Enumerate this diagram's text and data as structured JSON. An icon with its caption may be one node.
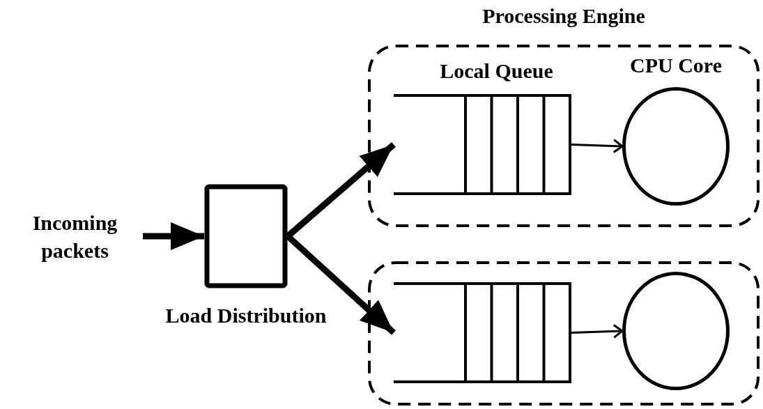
{
  "diagram": {
    "nodes": [
      {
        "text": [
          "Incoming packets"
        ]
      },
      {
        "text": [],
        "shape": "box",
        "beside": [
          "Load Distribution"
        ]
      },
      {
        "text": [
          "Processing Engine"
        ]
      },
      {
        "text": [
          "Local Queue"
        ],
        "in": 2
      },
      {
        "text": [
          "CPU Core"
        ],
        "in": 2
      },
      {
        "text": [],
        "shape": "box"
      },
      {
        "text": [],
        "shape": "queue",
        "in": 5
      },
      {
        "text": [],
        "shape": "circle",
        "in": 5
      }
    ],
    "edges": [
      {
        "from": 0,
        "to": 1,
        "arrow": "to"
      },
      {
        "from": 1,
        "to": 3,
        "arrow": "to"
      },
      {
        "from": 1,
        "to": 6,
        "arrow": "to"
      },
      {
        "from": 3,
        "to": 4,
        "arrow": "to"
      },
      {
        "from": 6,
        "to": 7,
        "arrow": "to"
      }
    ]
  }
}
